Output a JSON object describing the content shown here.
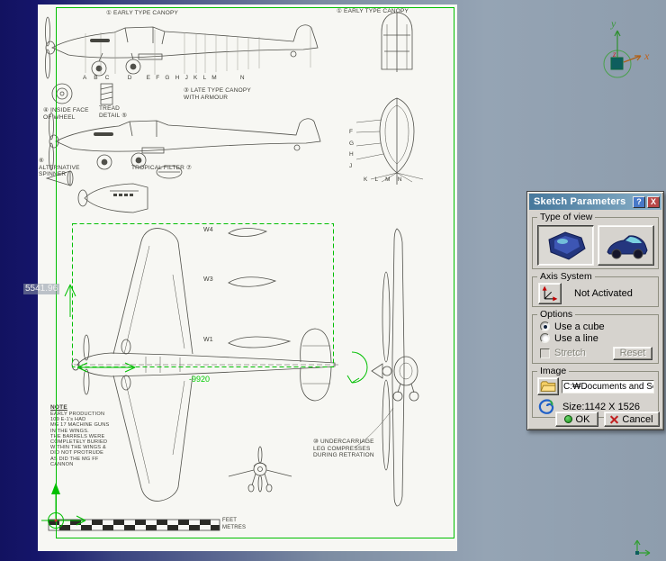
{
  "colors": {
    "accent_green": "#00bf00",
    "dialog_face": "#d6d3ce",
    "background_left": "#15156a",
    "background_right": "#95a4b4"
  },
  "viewport": {
    "dimension_vertical": "5541.96",
    "dimension_horizontal": "-9920"
  },
  "compass": {
    "x": "x",
    "y": "y",
    "z": "z"
  },
  "blueprint": {
    "labels": {
      "canopy_left": "① EARLY TYPE CANOPY",
      "canopy_right": "① EARLY TYPE CANOPY",
      "stations": "A    B    C          D        E   F   G   H   J   K   L   M             N",
      "late_canopy": "③ LATE TYPE CANOPY\nWITH ARMOUR",
      "wheel_face": "④ INSIDE FACE\nOF WHEEL",
      "tread": "TREAD\nDETAIL ⑤",
      "alt_spinner": "⑥\nALTERNATIVE\nSPINNER",
      "tropical": "TROPICAL FILTER ⑦",
      "front_letters_v": "F\nG\nH\nJ",
      "front_letters_h": "K    L    M    N",
      "w4": "W4",
      "w3": "W3",
      "w1": "W1",
      "note_title": "NOTE",
      "note_body": "EARLY PRODUCTION\n109 E-1's HAD\nMG 17 MACHINE GUNS\nIN THE WINGS.\nTHE BARRELS WERE\nCOMPLETELY BURIED\nWITHIN THE WINGS &\nDID NOT PROTRUDE\nAS DID THE MG FF\nCANNON",
      "undercarriage": "⑩ UNDERCARRIAGE\nLEG COMPRESSES\nDURING RETRATION",
      "feet": "FEET",
      "metres": "METRES"
    }
  },
  "dialog": {
    "title": "Sketch Parameters",
    "help": "?",
    "close": "X",
    "type_of_view": {
      "label": "Type of view"
    },
    "axis_system": {
      "label": "Axis System",
      "status": "Not Activated"
    },
    "options": {
      "label": "Options",
      "use_cube": "Use a cube",
      "use_line": "Use a line",
      "stretch": "Stretch",
      "reset": "Reset"
    },
    "image": {
      "label": "Image",
      "path": "C:₩Documents and Setting",
      "size": "Size:1142 X 1526"
    },
    "ok": "OK",
    "cancel": "Cancel"
  }
}
